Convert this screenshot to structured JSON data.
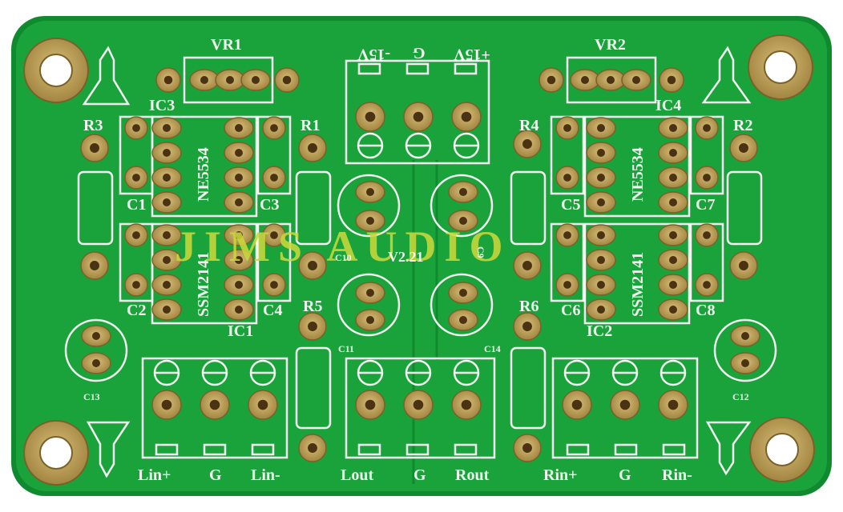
{
  "brand": {
    "text": "JIMS AUDIO",
    "color": "#c9d83a"
  },
  "colors": {
    "board": "#1aa33b",
    "board_dark": "#0f8a2f",
    "silkscreen": "#f4f8f2",
    "pad": "#b79a52"
  },
  "labels": {
    "vr1": "VR1",
    "vr2": "VR2",
    "ic1": "IC1",
    "ic2": "IC2",
    "ic3": "IC3",
    "ic4": "IC4",
    "r1": "R1",
    "r2": "R2",
    "r3": "R3",
    "r4": "R4",
    "r5": "R5",
    "r6": "R6",
    "c1": "C1",
    "c2": "C2",
    "c3": "C3",
    "c4": "C4",
    "c5": "C5",
    "c6": "C6",
    "c7": "C7",
    "c8": "C8",
    "c9": "C9",
    "c10": "C10",
    "c11": "C11",
    "c12": "C12",
    "c13": "C13",
    "c14": "C14",
    "ne5534_left": "NE5534",
    "ne5534_right": "NE5534",
    "ssm_left": "SSM2141",
    "ssm_right": "SSM2141",
    "power_neg": "-15V",
    "power_g": "G",
    "power_pos": "+15V",
    "lin_plus": "Lin+",
    "lin_g": "G",
    "lin_minus": "Lin-",
    "lout": "Lout",
    "out_g": "G",
    "rout": "Rout",
    "rin_plus": "Rin+",
    "rin_g": "G",
    "rin_minus": "Rin-",
    "center_mark": "V2.21"
  }
}
